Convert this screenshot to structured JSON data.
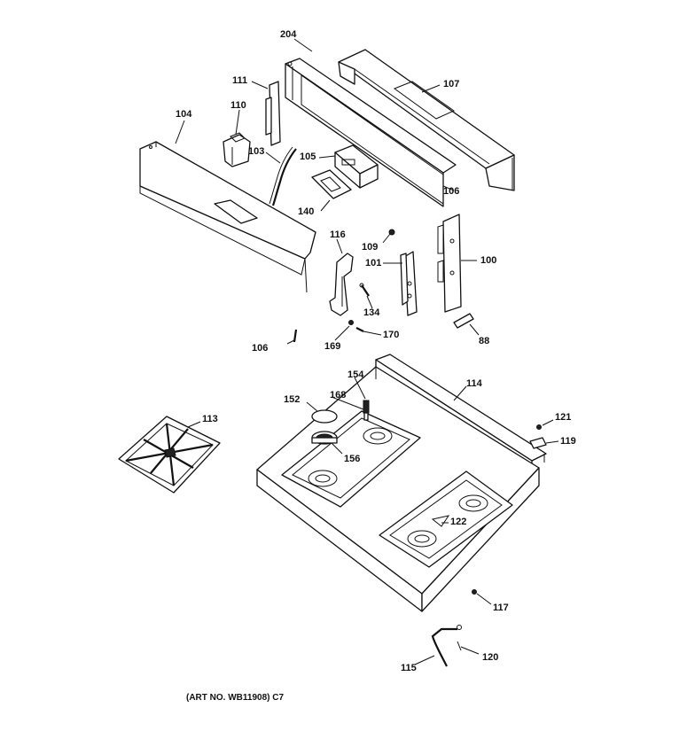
{
  "labels": {
    "p204": "204",
    "p107": "107",
    "p111": "111",
    "p110": "110",
    "p104": "104",
    "p103": "103",
    "p105": "105",
    "p106a": "106",
    "p140": "140",
    "p116": "116",
    "p109": "109",
    "p101": "101",
    "p100": "100",
    "p134": "134",
    "p106b": "106",
    "p169": "169",
    "p170": "170",
    "p88": "88",
    "p114": "114",
    "p154": "154",
    "p152": "152",
    "p168": "168",
    "p113": "113",
    "p156": "156",
    "p121": "121",
    "p119": "119",
    "p122": "122",
    "p117": "117",
    "p120": "120",
    "p115": "115"
  },
  "caption": "(ART NO. WB11908) C7"
}
